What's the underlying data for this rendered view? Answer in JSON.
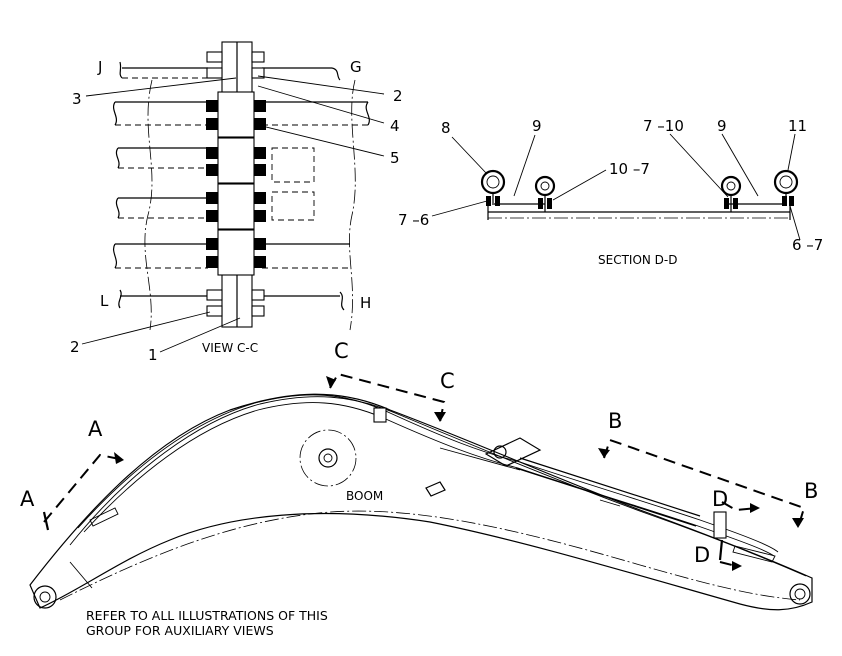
{
  "view_cc": {
    "title": "VIEW C-C",
    "labels": {
      "J": "J",
      "G": "G",
      "L": "L",
      "H": "H"
    },
    "callouts": {
      "c1": "1",
      "c2a": "2",
      "c2b": "2",
      "c3": "3",
      "c4": "4",
      "c5": "5"
    }
  },
  "section_dd": {
    "title": "SECTION D-D",
    "callouts": {
      "c8": "8",
      "c9a": "9",
      "c9b": "9",
      "c11": "11",
      "c7_10": "7 –10",
      "c10_7": "10 –7",
      "c7_6": "7 –6",
      "c6_7": "6 –7"
    }
  },
  "boom": {
    "label": "BOOM",
    "section_markers": {
      "a1": "A",
      "a2": "A",
      "b1": "B",
      "b2": "B",
      "c1": "C",
      "c2": "C",
      "d1": "D",
      "d2": "D"
    },
    "note_line1": "REFER TO ALL ILLUSTRATIONS OF THIS",
    "note_line2": "GROUP FOR AUXILIARY VIEWS"
  }
}
